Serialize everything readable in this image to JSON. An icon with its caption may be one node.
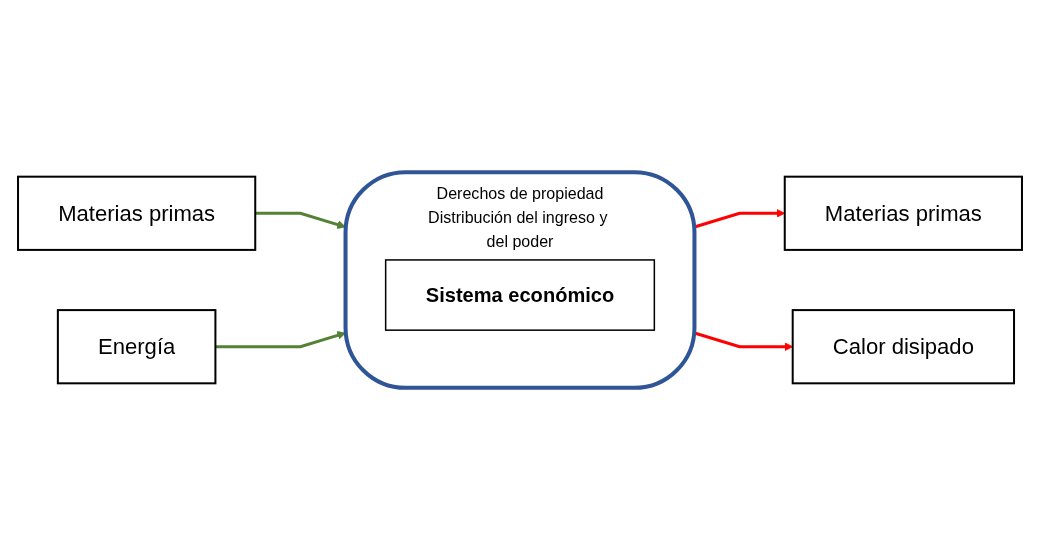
{
  "diagram": {
    "nodes": [
      {
        "text": [
          "Derechos de propiedad",
          "Distribución del ingreso y del poder"
        ]
      },
      {
        "text": [
          "Sistema económico"
        ],
        "in": 0
      },
      {
        "text": [
          "Materias primas"
        ]
      },
      {
        "text": [
          "Energía"
        ]
      },
      {
        "text": [
          "Materias primas"
        ]
      },
      {
        "text": [
          "Calor disipado"
        ]
      }
    ],
    "edges": [
      {
        "from": 2,
        "to": 0,
        "arrow": "to",
        "color": "#548235"
      },
      {
        "from": 3,
        "to": 0,
        "arrow": "to",
        "color": "#548235"
      },
      {
        "from": 0,
        "to": 4,
        "arrow": "to",
        "color": "#ff0000"
      },
      {
        "from": 0,
        "to": 5,
        "arrow": "to",
        "color": "#ff0000"
      }
    ]
  }
}
